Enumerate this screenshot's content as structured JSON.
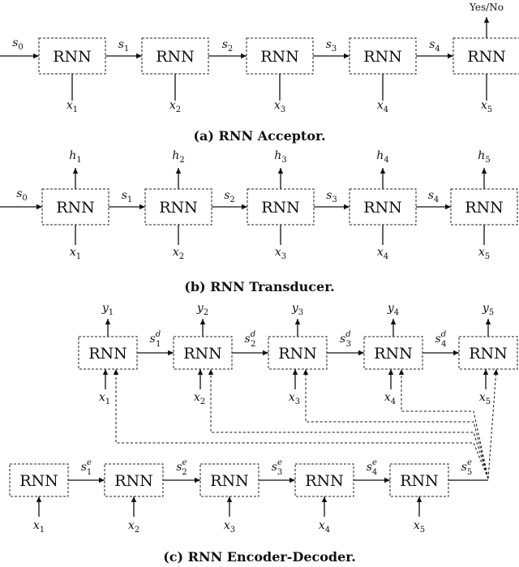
{
  "rnn_label": "RNN",
  "acceptor": {
    "caption": "(a) RNN Acceptor.",
    "output": "Yes/No",
    "init_state": {
      "base": "s",
      "sub": "0"
    },
    "states": [
      {
        "base": "s",
        "sub": "1"
      },
      {
        "base": "s",
        "sub": "2"
      },
      {
        "base": "s",
        "sub": "3"
      },
      {
        "base": "s",
        "sub": "4"
      }
    ],
    "inputs": [
      {
        "base": "x",
        "sub": "1"
      },
      {
        "base": "x",
        "sub": "2"
      },
      {
        "base": "x",
        "sub": "3"
      },
      {
        "base": "x",
        "sub": "4"
      },
      {
        "base": "x",
        "sub": "5"
      }
    ]
  },
  "transducer": {
    "caption": "(b) RNN Transducer.",
    "init_state": {
      "base": "s",
      "sub": "0"
    },
    "states": [
      {
        "base": "s",
        "sub": "1"
      },
      {
        "base": "s",
        "sub": "2"
      },
      {
        "base": "s",
        "sub": "3"
      },
      {
        "base": "s",
        "sub": "4"
      }
    ],
    "inputs": [
      {
        "base": "x",
        "sub": "1"
      },
      {
        "base": "x",
        "sub": "2"
      },
      {
        "base": "x",
        "sub": "3"
      },
      {
        "base": "x",
        "sub": "4"
      },
      {
        "base": "x",
        "sub": "5"
      }
    ],
    "outputs": [
      {
        "base": "h",
        "sub": "1"
      },
      {
        "base": "h",
        "sub": "2"
      },
      {
        "base": "h",
        "sub": "3"
      },
      {
        "base": "h",
        "sub": "4"
      },
      {
        "base": "h",
        "sub": "5"
      }
    ]
  },
  "encoder_decoder": {
    "caption": "(c) RNN Encoder-Decoder.",
    "decoder_states": [
      {
        "base": "s",
        "sub": "1",
        "sup": "d"
      },
      {
        "base": "s",
        "sub": "2",
        "sup": "d"
      },
      {
        "base": "s",
        "sub": "3",
        "sup": "d"
      },
      {
        "base": "s",
        "sub": "4",
        "sup": "d"
      }
    ],
    "decoder_inputs": [
      {
        "base": "x",
        "sub": "1"
      },
      {
        "base": "x",
        "sub": "2"
      },
      {
        "base": "x",
        "sub": "3"
      },
      {
        "base": "x",
        "sub": "4"
      },
      {
        "base": "x",
        "sub": "5"
      }
    ],
    "decoder_outputs": [
      {
        "base": "y",
        "sub": "1"
      },
      {
        "base": "y",
        "sub": "2"
      },
      {
        "base": "y",
        "sub": "3"
      },
      {
        "base": "y",
        "sub": "4"
      },
      {
        "base": "y",
        "sub": "5"
      }
    ],
    "encoder_states": [
      {
        "base": "s",
        "sub": "1",
        "sup": "e"
      },
      {
        "base": "s",
        "sub": "2",
        "sup": "e"
      },
      {
        "base": "s",
        "sub": "3",
        "sup": "e"
      },
      {
        "base": "s",
        "sub": "4",
        "sup": "e"
      },
      {
        "base": "s",
        "sub": "5",
        "sup": "e"
      }
    ],
    "encoder_inputs": [
      {
        "base": "x",
        "sub": "1"
      },
      {
        "base": "x",
        "sub": "2"
      },
      {
        "base": "x",
        "sub": "3"
      },
      {
        "base": "x",
        "sub": "4"
      },
      {
        "base": "x",
        "sub": "5"
      }
    ]
  }
}
